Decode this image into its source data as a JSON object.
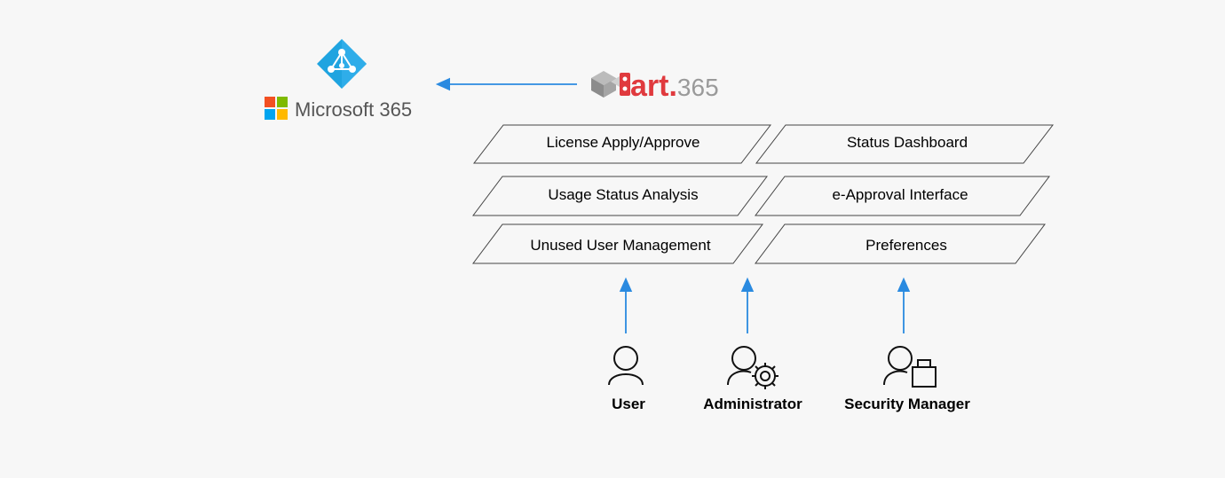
{
  "microsoft": {
    "label": "Microsoft 365",
    "colors": [
      "#f25022",
      "#7fba00",
      "#00a4ef",
      "#ffb900"
    ],
    "azure_icon": "azure-ad-icon",
    "azure_color": "#1fa4e0"
  },
  "art365": {
    "label_art": "art",
    "label_dot": ".",
    "label_num": "365",
    "red": "#e03a3e",
    "gray": "#9a9a9a",
    "icon": "art365-cube-icon"
  },
  "modules": [
    {
      "label": "License Apply/Approve"
    },
    {
      "label": "Status Dashboard"
    },
    {
      "label": "Usage Status Analysis"
    },
    {
      "label": "e-Approval Interface"
    },
    {
      "label": "Unused User Management"
    },
    {
      "label": "Preferences"
    }
  ],
  "roles": [
    {
      "label": "User",
      "icon": "user-icon"
    },
    {
      "label": "Administrator",
      "icon": "admin-gear-icon"
    },
    {
      "label": "Security Manager",
      "icon": "security-lock-icon"
    }
  ],
  "arrow_color": "#2a8ae0"
}
